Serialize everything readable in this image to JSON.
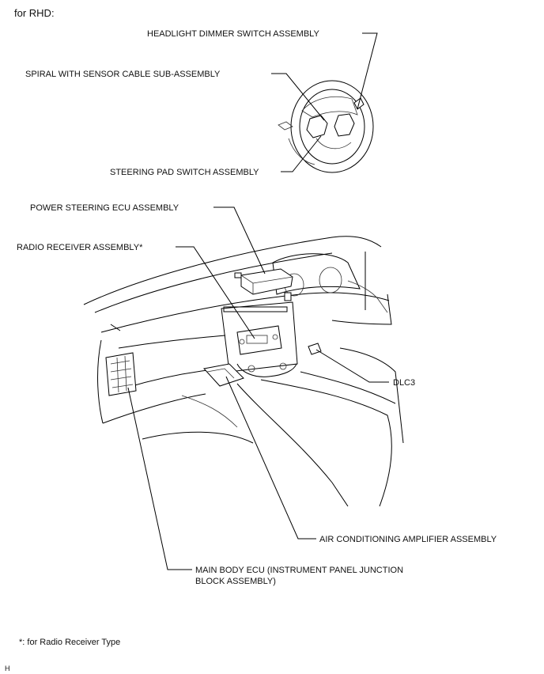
{
  "title": "for RHD:",
  "labels": {
    "headlight": "HEADLIGHT DIMMER SWITCH ASSEMBLY",
    "spiral": "SPIRAL WITH SENSOR CABLE SUB-ASSEMBLY",
    "steering_pad": "STEERING PAD SWITCH ASSEMBLY",
    "power_steering": "POWER STEERING ECU ASSEMBLY",
    "radio": "RADIO RECEIVER ASSEMBLY*",
    "dlc3": "DLC3",
    "air_conditioning": "AIR CONDITIONING AMPLIFIER ASSEMBLY",
    "main_body_line1": "MAIN BODY ECU (INSTRUMENT PANEL JUNCTION",
    "main_body_line2": "BLOCK ASSEMBLY)"
  },
  "footnote": "*: for Radio Receiver Type",
  "corner_mark": "H"
}
